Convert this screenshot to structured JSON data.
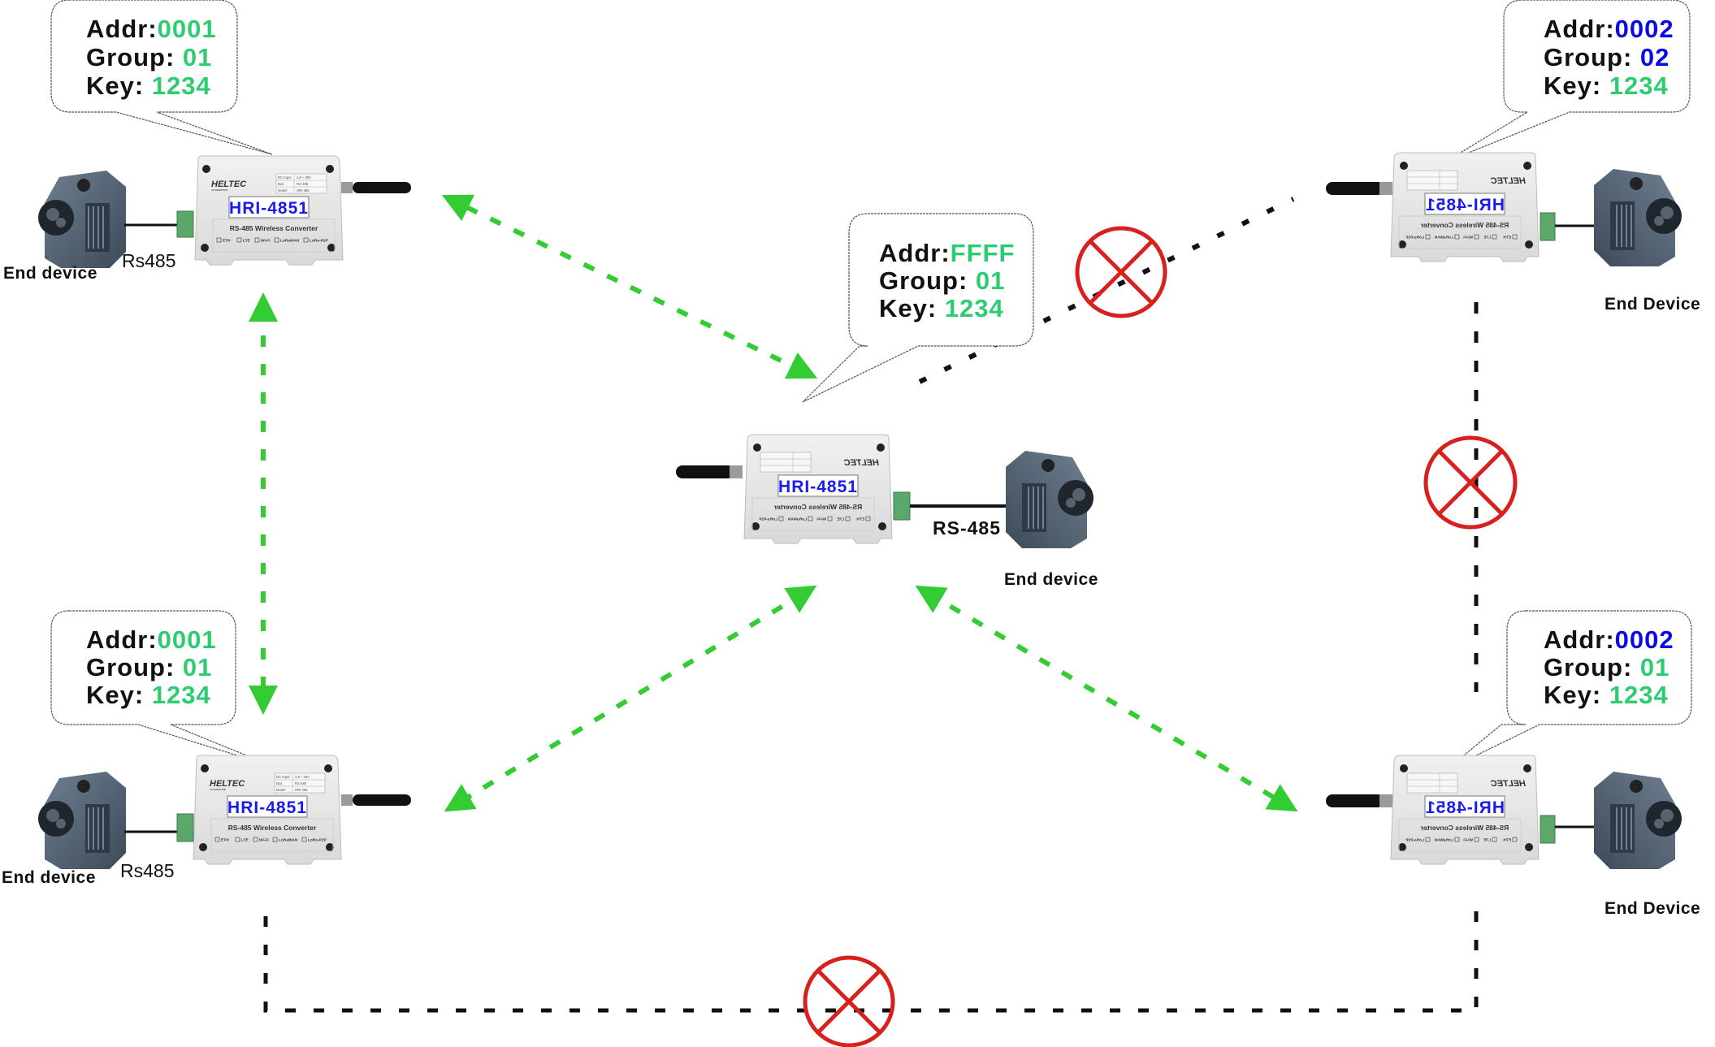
{
  "colors": {
    "link_ok": "#33cc33",
    "link_blocked": "#111111",
    "blocked_mark": "#d8201e",
    "value_match": "#2ecc71",
    "value_mismatch": "#0a0ae8",
    "model_text": "#1a1aee"
  },
  "labels": {
    "addr": "Addr:",
    "group": "Group: ",
    "key": "Key: "
  },
  "device_common": {
    "model": "HRI-4851",
    "subtitle": "RS-485 Wireless Converter",
    "brand": "HELTEC",
    "brand_sub": "AUTOMATION",
    "spec_rows": [
      {
        "k": "DC Input",
        "v": "4.8 ~ 28V"
      },
      {
        "k": "Bus",
        "v": "RS-485"
      },
      {
        "k": "Model",
        "v": "HRI-485"
      }
    ],
    "leds": [
      "ETH",
      "LTE",
      "Wi-Fi",
      "LoRaWAN",
      "LoRa-P2P"
    ]
  },
  "nodes": {
    "top_left": {
      "addr": "0001",
      "addr_status": "match",
      "group": "01",
      "group_status": "match",
      "key": "1234",
      "key_status": "match",
      "end_label": "End device",
      "bus_label": "Rs485"
    },
    "bottom_left": {
      "addr": "0001",
      "addr_status": "match",
      "group": "01",
      "group_status": "match",
      "key": "1234",
      "key_status": "match",
      "end_label": "End device",
      "bus_label": "Rs485"
    },
    "center": {
      "addr": "FFFF",
      "addr_status": "match",
      "group": "01",
      "group_status": "match",
      "key": "1234",
      "key_status": "match",
      "end_label": "End device",
      "bus_label": "RS-485"
    },
    "top_right": {
      "addr": "0002",
      "addr_status": "mismatch",
      "group": "02",
      "group_status": "mismatch",
      "key": "1234",
      "key_status": "match",
      "end_label": "End Device"
    },
    "bottom_right": {
      "addr": "0002",
      "addr_status": "mismatch",
      "group": "01",
      "group_status": "match",
      "key": "1234",
      "key_status": "match",
      "end_label": "End Device"
    }
  },
  "links": [
    {
      "from": "center",
      "to": "top_left",
      "status": "ok"
    },
    {
      "from": "center",
      "to": "bottom_left",
      "status": "ok"
    },
    {
      "from": "center",
      "to": "bottom_right",
      "status": "ok"
    },
    {
      "from": "top_left",
      "to": "bottom_left",
      "status": "ok"
    },
    {
      "from": "center",
      "to": "top_right",
      "status": "blocked"
    },
    {
      "from": "top_right",
      "to": "bottom_right",
      "status": "blocked"
    },
    {
      "from": "bottom_left",
      "to": "bottom_right",
      "status": "blocked"
    }
  ]
}
